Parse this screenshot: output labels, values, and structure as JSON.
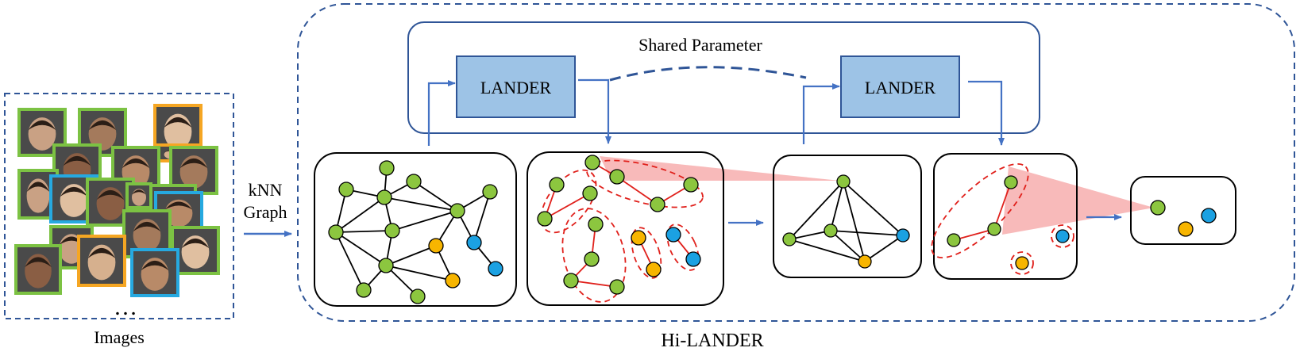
{
  "labels": {
    "knn_line1": "kNN",
    "knn_line2": "Graph",
    "images": "Images",
    "ellipsis": "…",
    "hi_lander": "Hi-LANDER",
    "shared_parameter": "Shared Parameter",
    "lander_1": "LANDER",
    "lander_2": "LANDER"
  },
  "colors": {
    "green_node": "#8cc63f",
    "blue_node": "#1ba1e2",
    "orange_node": "#f7b500",
    "lander_box": "#9dc3e6",
    "arrow": "#4472c4",
    "dashed_border": "#2f5597",
    "cluster_red": "#e0201b",
    "projection_pink": "#f6a3a3",
    "face_frame_green": "#7cc243",
    "face_frame_orange": "#f5a623",
    "face_frame_blue": "#26a9e0"
  },
  "faces": [
    {
      "frame": "green"
    },
    {
      "frame": "green"
    },
    {
      "frame": "orange"
    },
    {
      "frame": "green"
    },
    {
      "frame": "orange"
    },
    {
      "frame": "green"
    },
    {
      "frame": "green"
    },
    {
      "frame": "green"
    },
    {
      "frame": "blue"
    },
    {
      "frame": "green"
    },
    {
      "frame": "green"
    },
    {
      "frame": "blue"
    },
    {
      "frame": "green"
    },
    {
      "frame": "green"
    },
    {
      "frame": "green"
    },
    {
      "frame": "green"
    },
    {
      "frame": "orange"
    },
    {
      "frame": "blue"
    },
    {
      "frame": "green"
    }
  ]
}
